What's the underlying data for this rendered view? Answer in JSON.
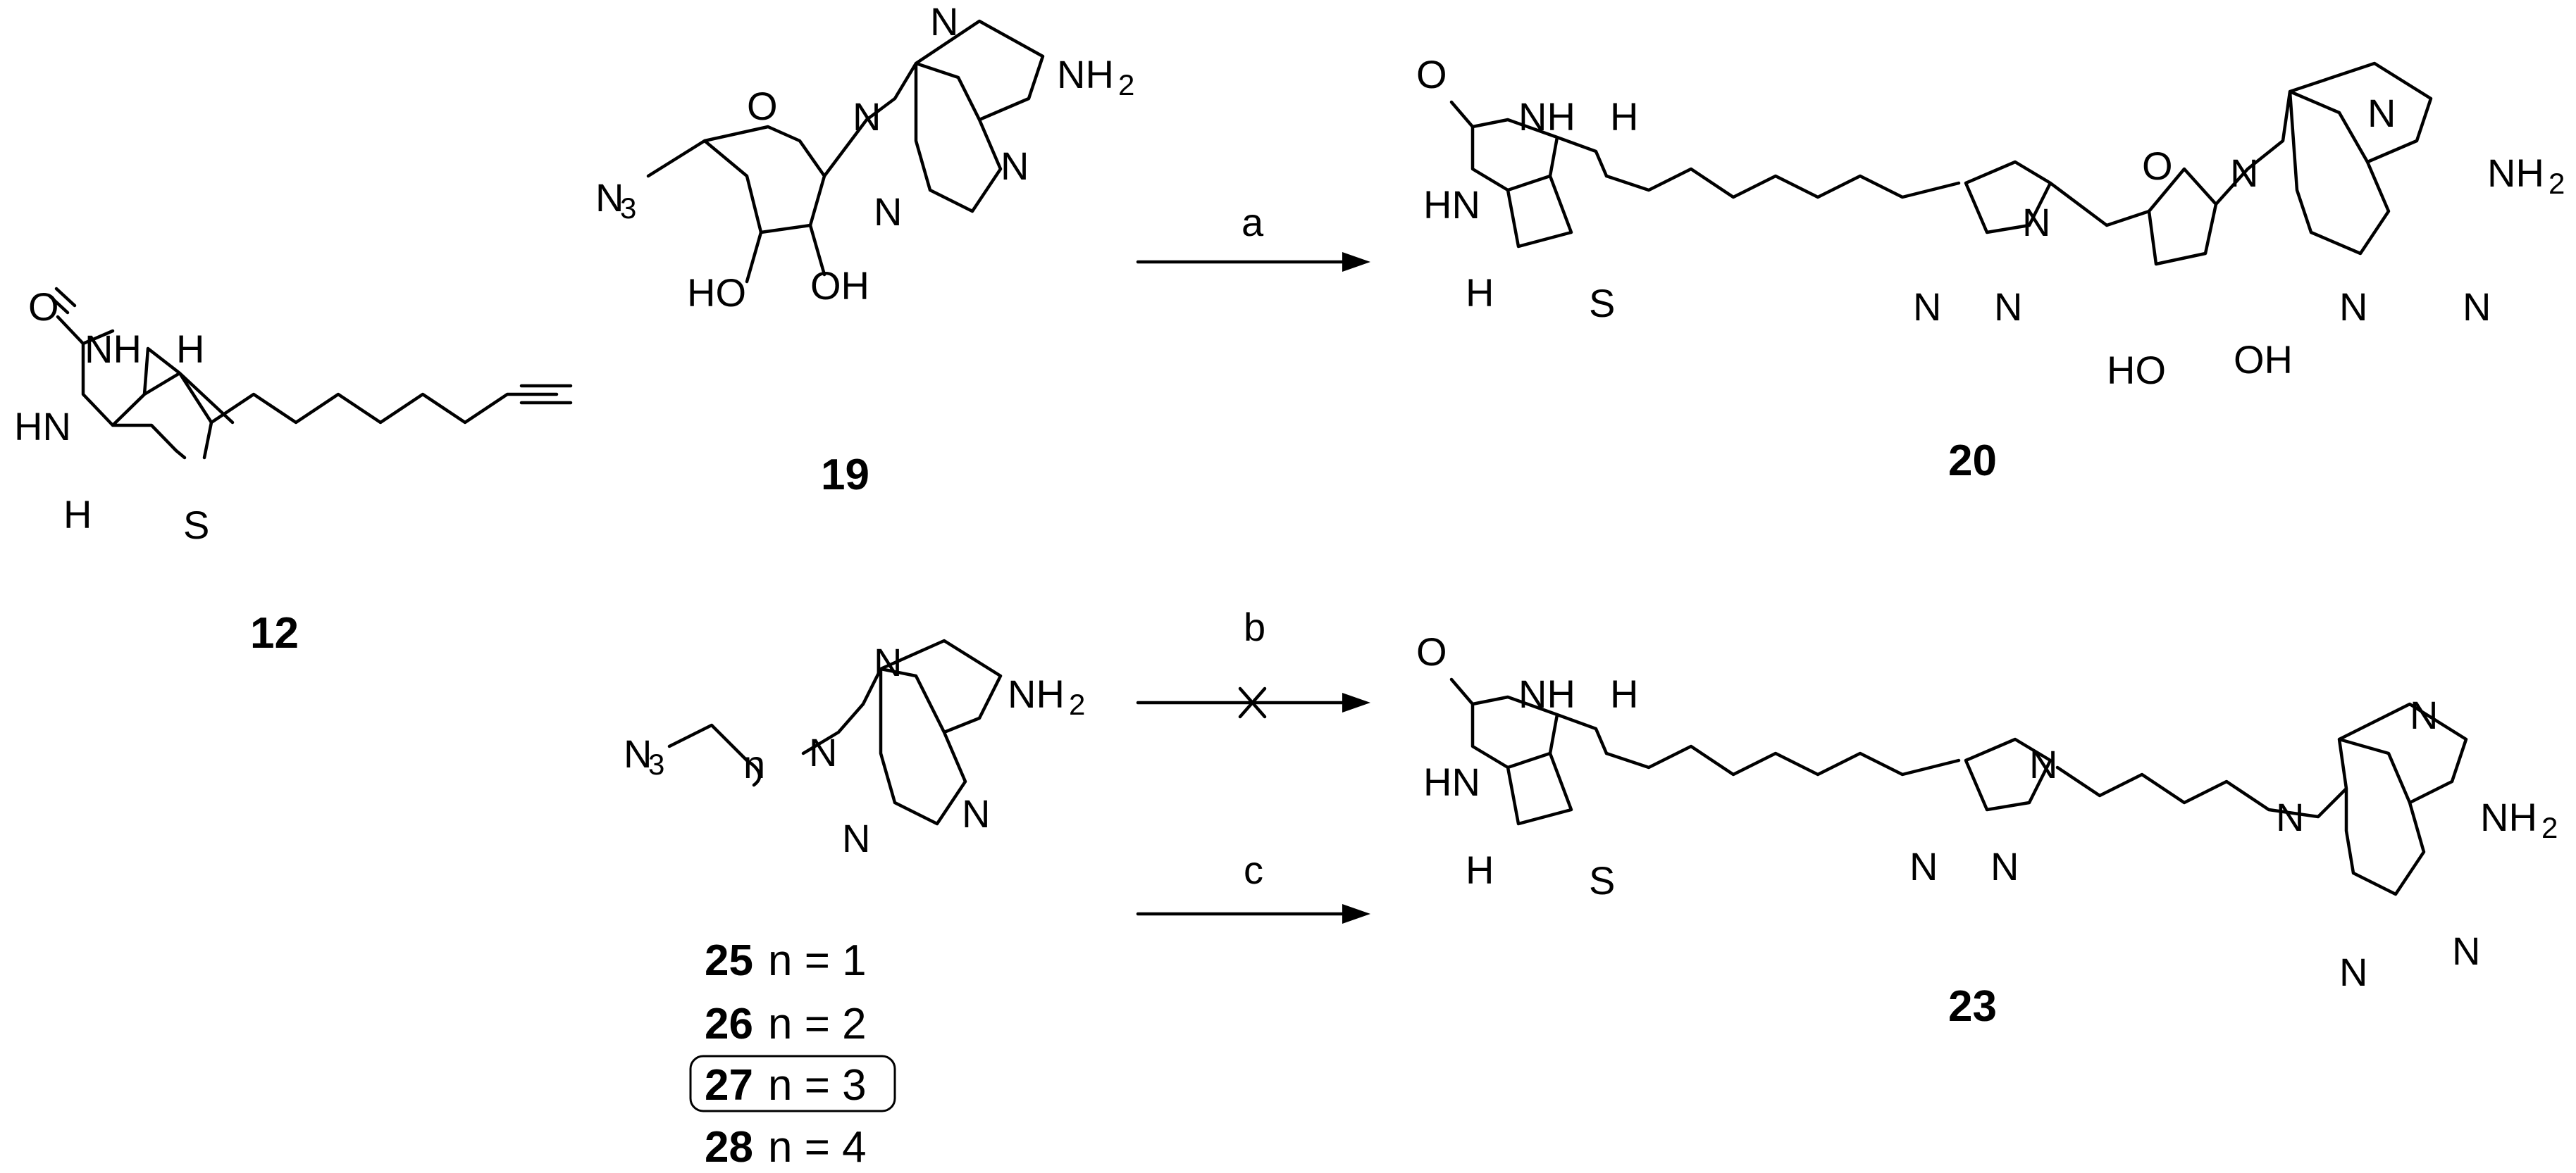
{
  "compounds": {
    "c12": {
      "label": "12"
    },
    "c19": {
      "label": "19"
    },
    "c20": {
      "label": "20"
    },
    "c23": {
      "label": "23"
    },
    "series": [
      {
        "number": "25",
        "text": "n = 1"
      },
      {
        "number": "26",
        "text": "n = 2"
      },
      {
        "number": "27",
        "text": "n = 3"
      },
      {
        "number": "28",
        "text": "n = 4"
      }
    ]
  },
  "conditions": {
    "a": "a",
    "b": "b",
    "c": "c"
  },
  "atoms": {
    "O": "O",
    "N": "N",
    "S": "S",
    "H": "H",
    "NH": "NH",
    "HN": "HN",
    "HO": "HO",
    "OH": "OH",
    "NH2": "NH",
    "N3": "N",
    "sub2": "2",
    "sub3": "3",
    "subn": "n"
  }
}
